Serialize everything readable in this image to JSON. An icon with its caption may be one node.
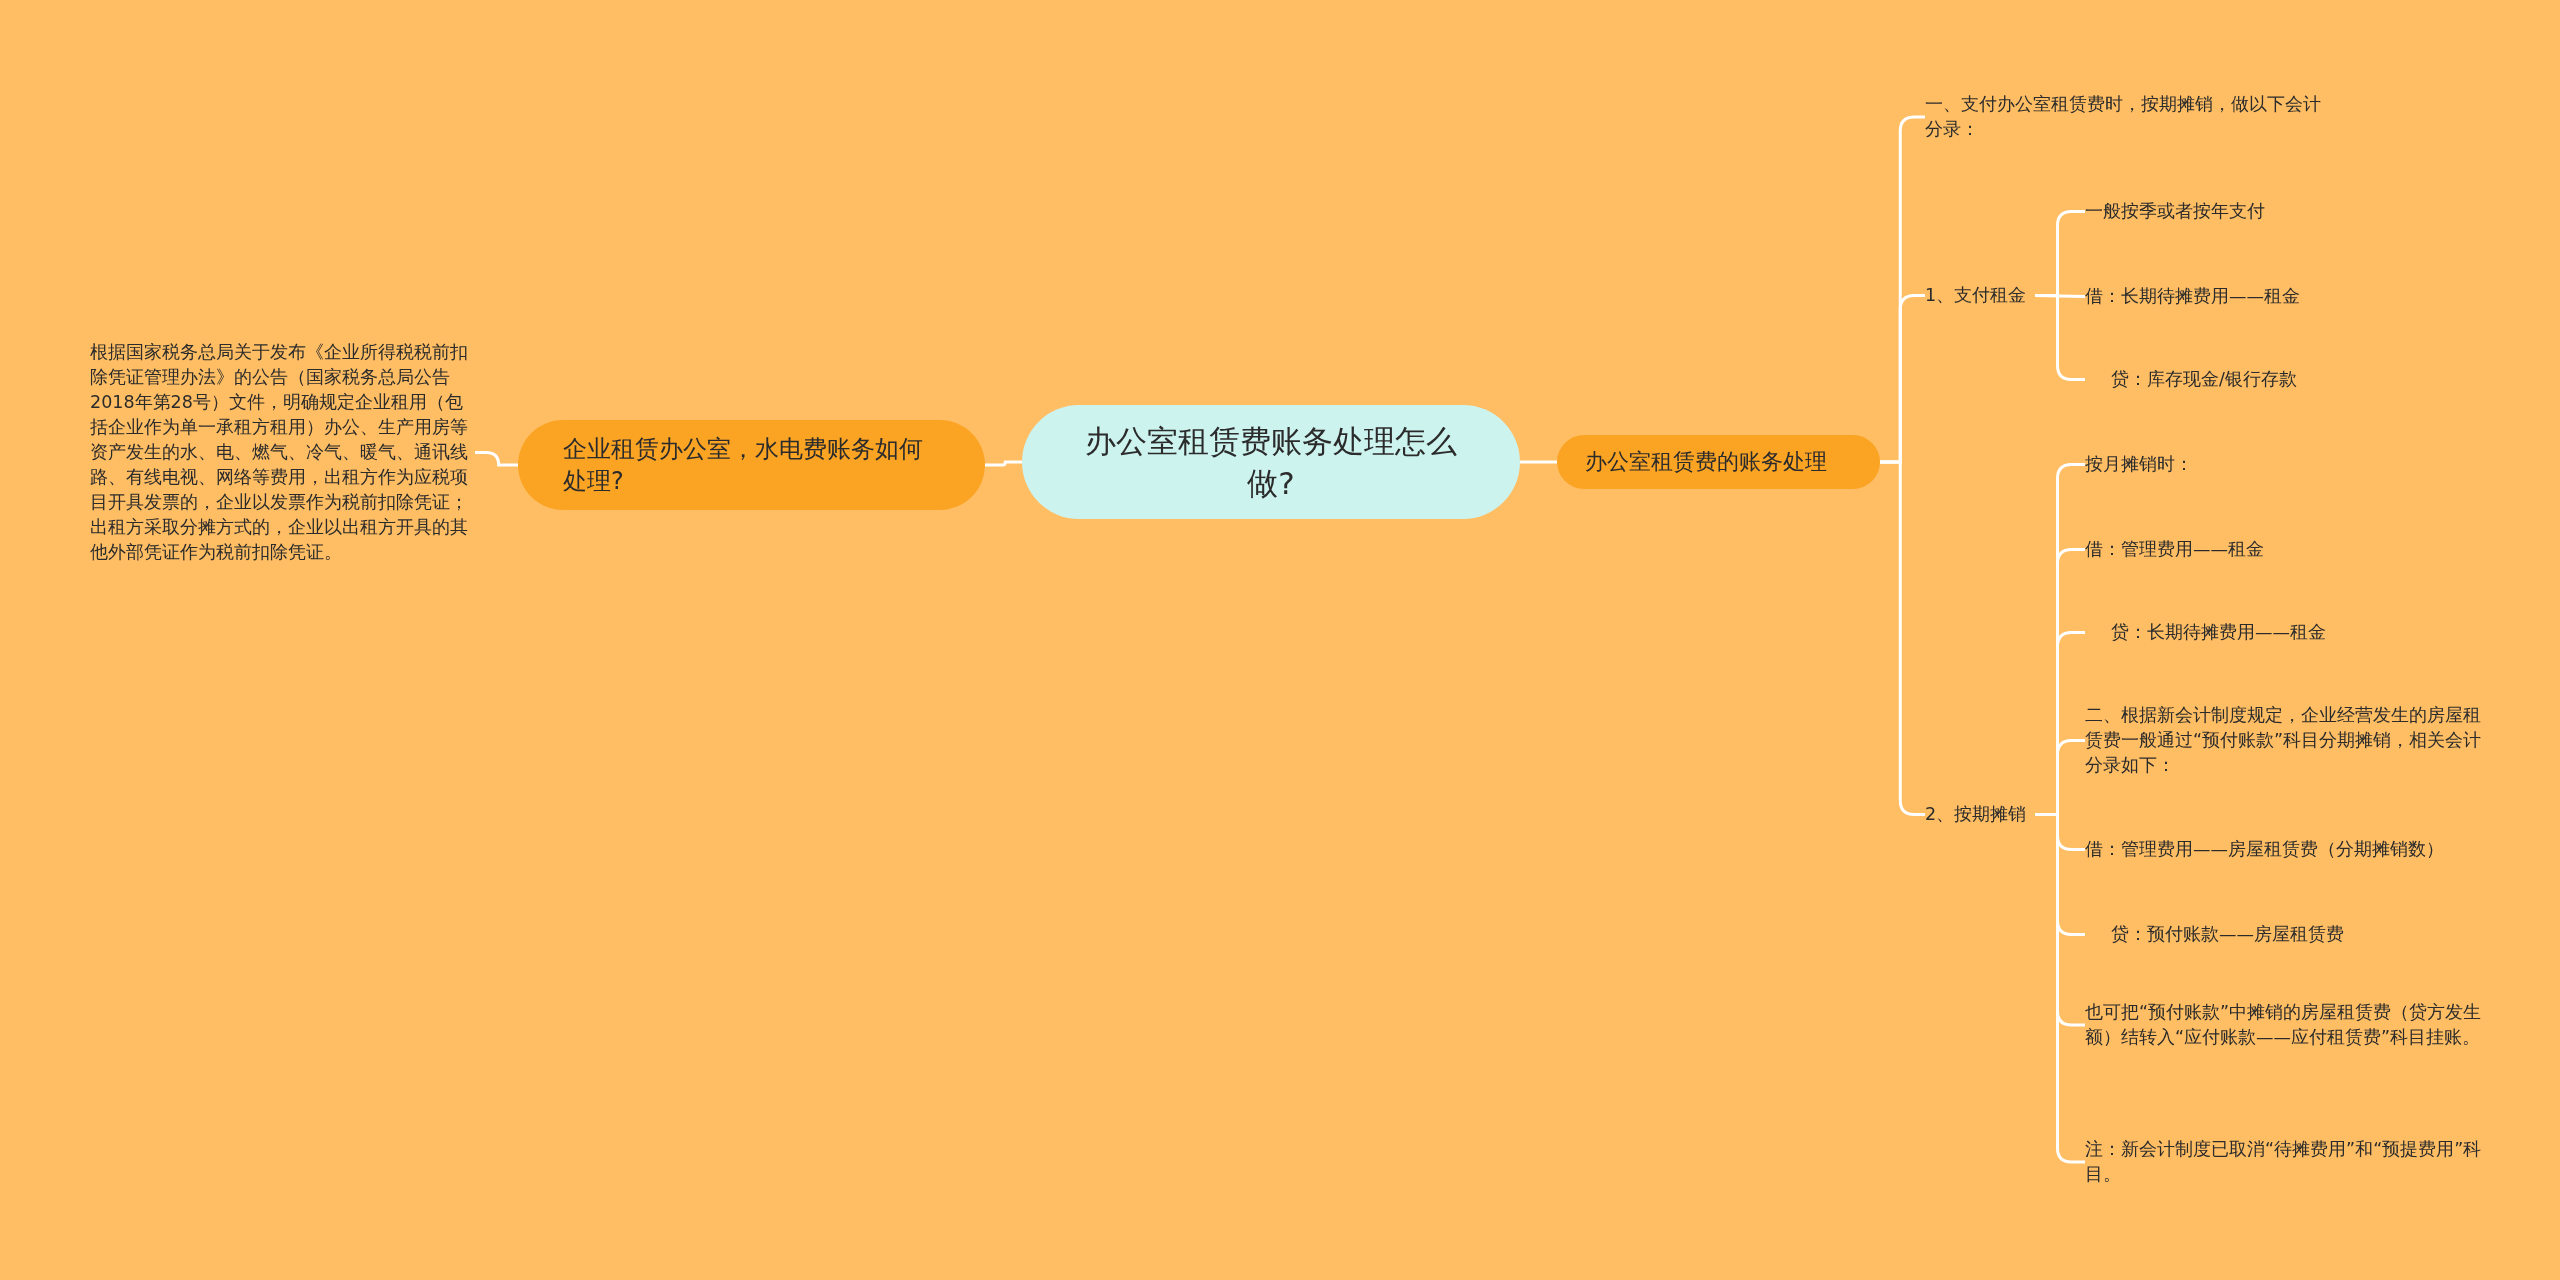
{
  "diagram": {
    "nodes": [
      {
        "text": [
          "办公室租赁费账务处理怎么做?"
        ]
      },
      {
        "text": [
          "企业租赁办公室，水电费账务如何处理?"
        ]
      },
      {
        "text": [
          "根据国家税务总局关于发布《企业所得税税前扣除凭证管理办法》的公告（国家税务总局公告2018年第28号）文件，明确规定企业租用（包括企业作为单一承租方租用）办公、生产用房等资产发生的水、电、燃气、冷气、暖气、通讯线路、有线电视、网络等费用，出租方作为应税项目开具发票的，企业以发票作为税前扣除凭证；出租方采取分摊方式的，企业以出租方开具的其他外部凭证作为税前扣除凭证。"
        ]
      },
      {
        "text": [
          "办公室租赁费的账务处理"
        ]
      },
      {
        "text": [
          "一、支付办公室租赁费时，按期摊销，做以下会计分录："
        ]
      },
      {
        "text": [
          "1、支付租金"
        ]
      },
      {
        "text": [
          "一般按季或者按年支付"
        ]
      },
      {
        "text": [
          "借：长期待摊费用——租金"
        ]
      },
      {
        "text": [
          "贷：库存现金/银行存款"
        ]
      },
      {
        "text": [
          "2、按期摊销"
        ]
      },
      {
        "text": [
          "按月摊销时："
        ]
      },
      {
        "text": [
          "借：管理费用——租金"
        ]
      },
      {
        "text": [
          "贷：长期待摊费用——租金"
        ]
      },
      {
        "text": [
          "二、根据新会计制度规定，企业经营发生的房屋租赁费一般通过“预付账款”科目分期摊销，相关会计分录如下："
        ]
      },
      {
        "text": [
          "借：管理费用——房屋租赁费（分期摊销数）"
        ]
      },
      {
        "text": [
          "贷：预付账款——房屋租赁费"
        ]
      },
      {
        "text": [
          "也可把“预付账款”中摊销的房屋租赁费（贷方发生额）结转入“应付账款——应付租赁费”科目挂账。"
        ]
      },
      {
        "text": [
          "注：新会计制度已取消“待摊费用”和“预提费用”科目。"
        ]
      }
    ],
    "edges": [
      {
        "from": 0,
        "to": 1,
        "arrow": "none"
      },
      {
        "from": 1,
        "to": 2,
        "arrow": "none"
      },
      {
        "from": 0,
        "to": 3,
        "arrow": "none"
      },
      {
        "from": 3,
        "to": 4,
        "arrow": "none"
      },
      {
        "from": 3,
        "to": 5,
        "arrow": "none"
      },
      {
        "from": 3,
        "to": 9,
        "arrow": "none"
      },
      {
        "from": 5,
        "to": 6,
        "arrow": "none"
      },
      {
        "from": 5,
        "to": 7,
        "arrow": "none"
      },
      {
        "from": 5,
        "to": 8,
        "arrow": "none"
      },
      {
        "from": 9,
        "to": 10,
        "arrow": "none"
      },
      {
        "from": 9,
        "to": 11,
        "arrow": "none"
      },
      {
        "from": 9,
        "to": 12,
        "arrow": "none"
      },
      {
        "from": 9,
        "to": 13,
        "arrow": "none"
      },
      {
        "from": 9,
        "to": 14,
        "arrow": "none"
      },
      {
        "from": 9,
        "to": 15,
        "arrow": "none"
      },
      {
        "from": 9,
        "to": 16,
        "arrow": "none"
      },
      {
        "from": 9,
        "to": 17,
        "arrow": "none"
      }
    ]
  }
}
